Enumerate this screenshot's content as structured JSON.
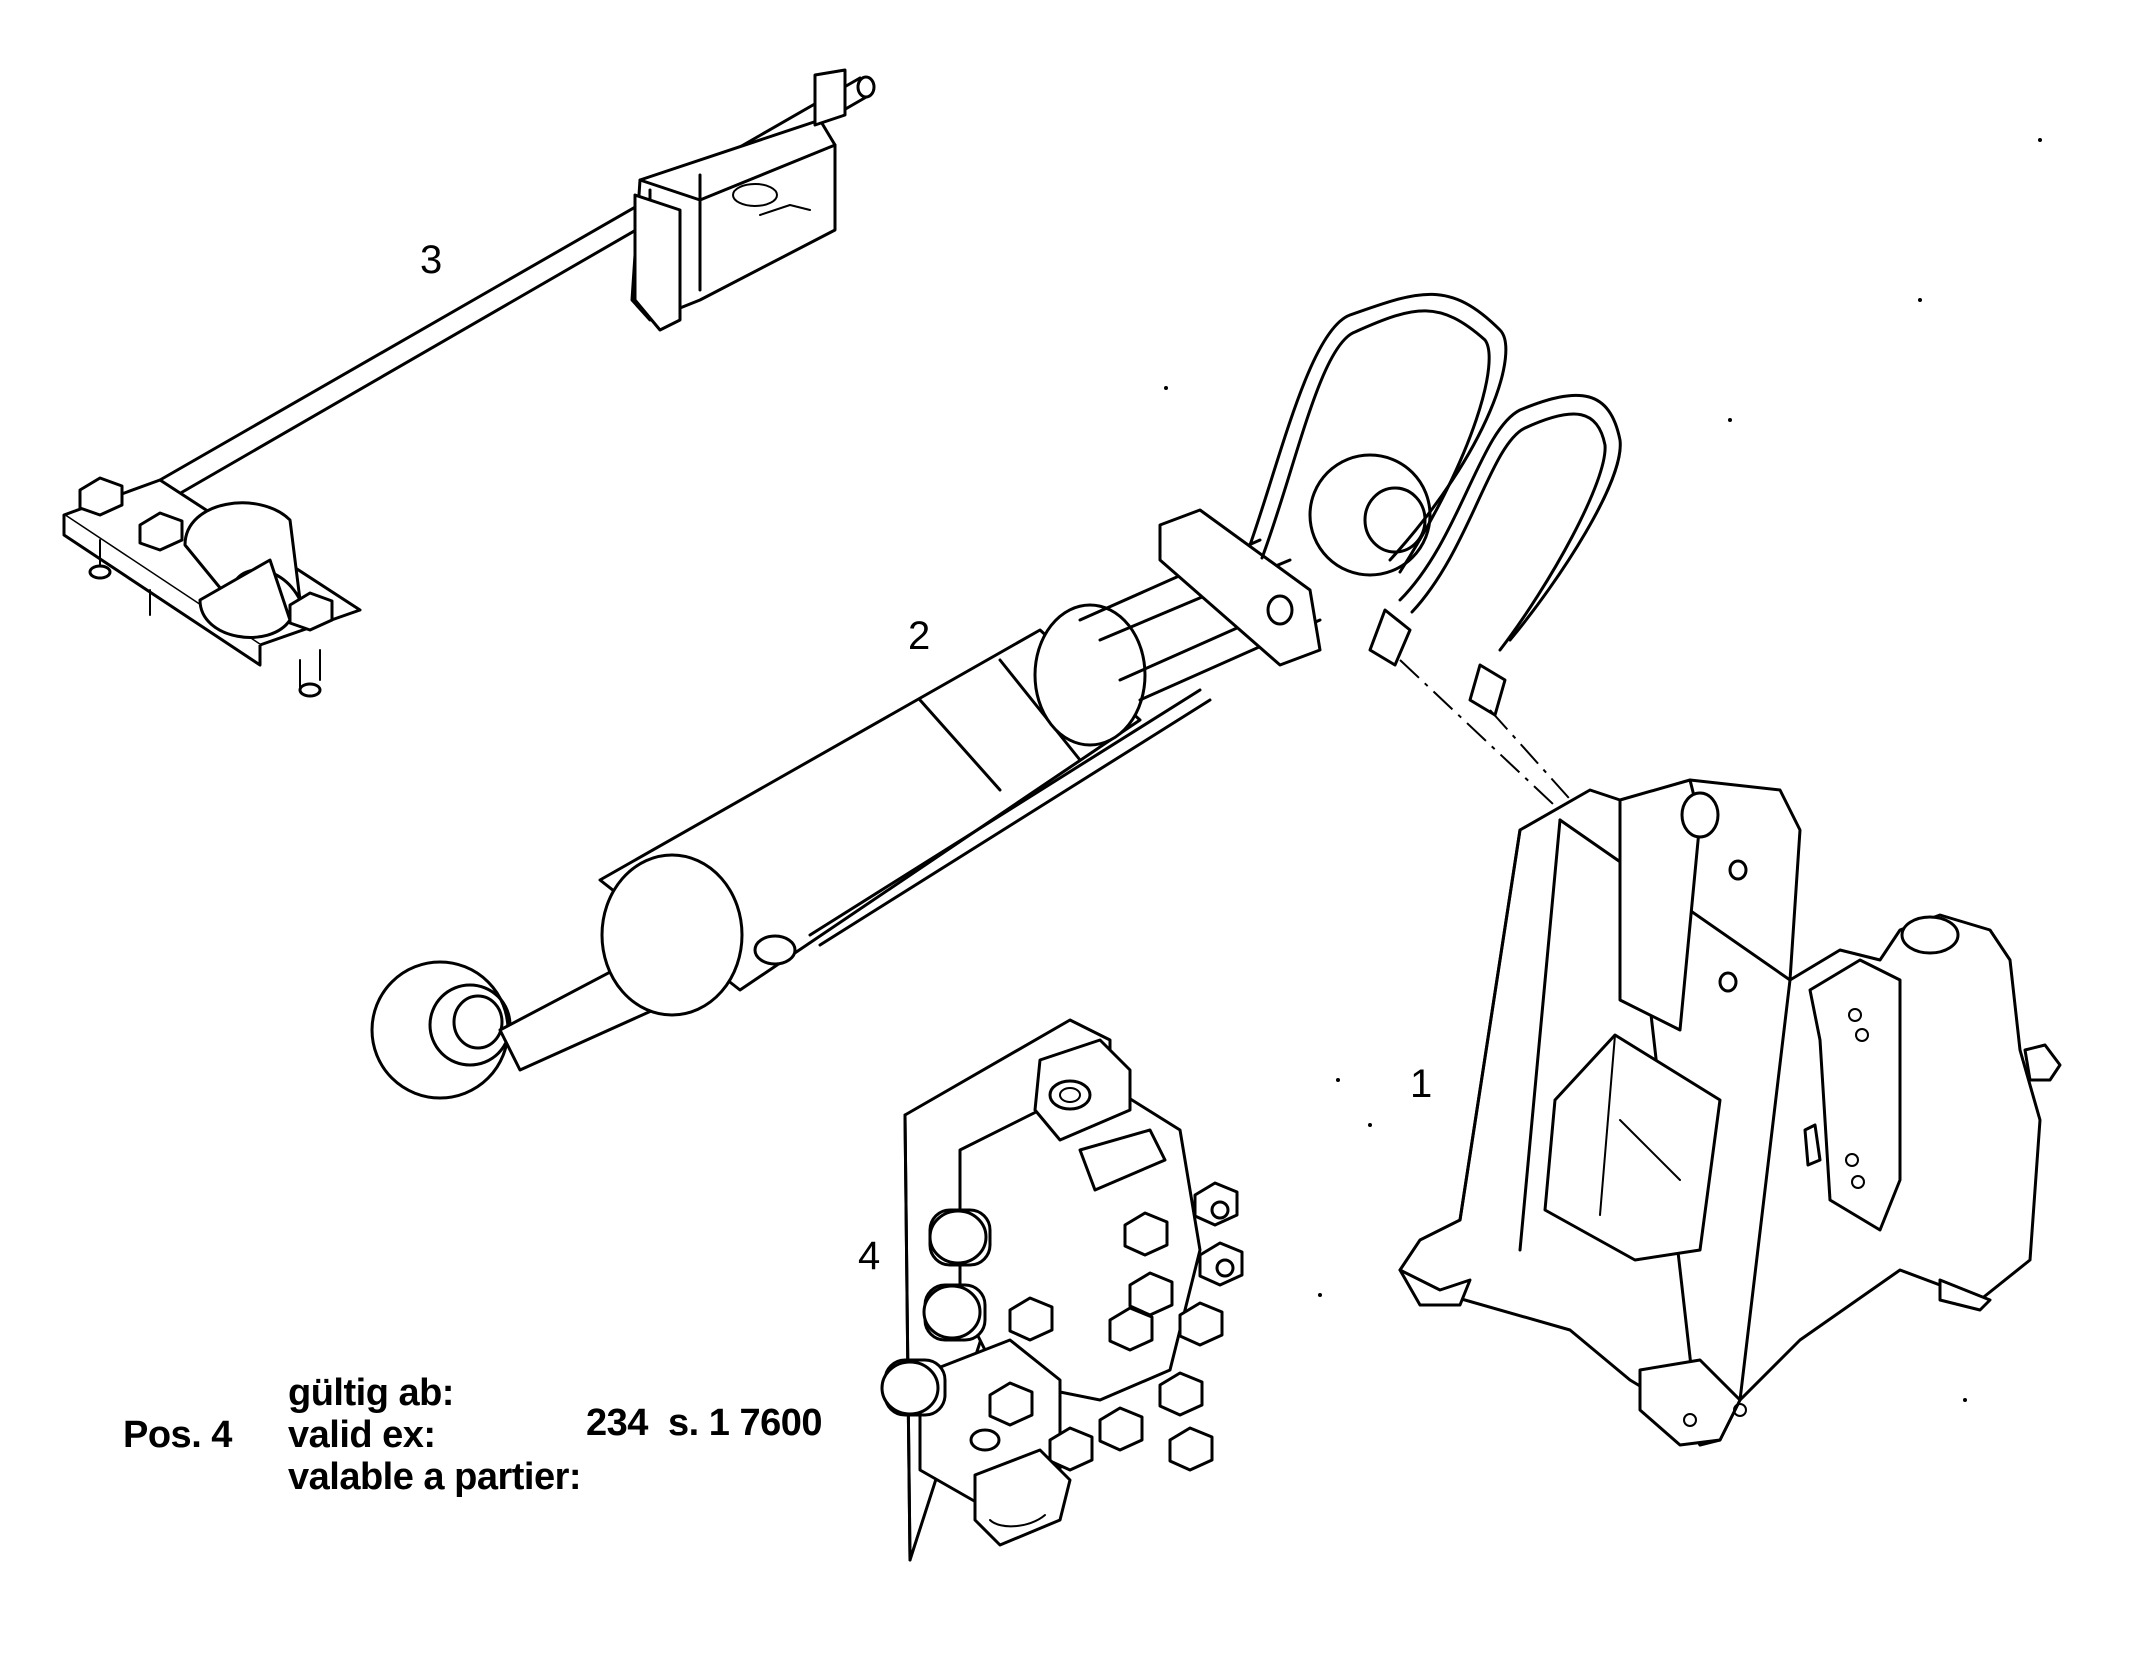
{
  "callouts": {
    "part_1": "1",
    "part_2": "2",
    "part_3": "3",
    "part_4": "4"
  },
  "validity_note": {
    "position_label": "Pos. 4",
    "line_de": "gültig ab:",
    "line_en": "valid ex:",
    "line_fr": "valable a partier:",
    "serial": "234  s. 1 7600"
  },
  "colors": {
    "ink": "#000000",
    "paper": "#ffffff"
  }
}
